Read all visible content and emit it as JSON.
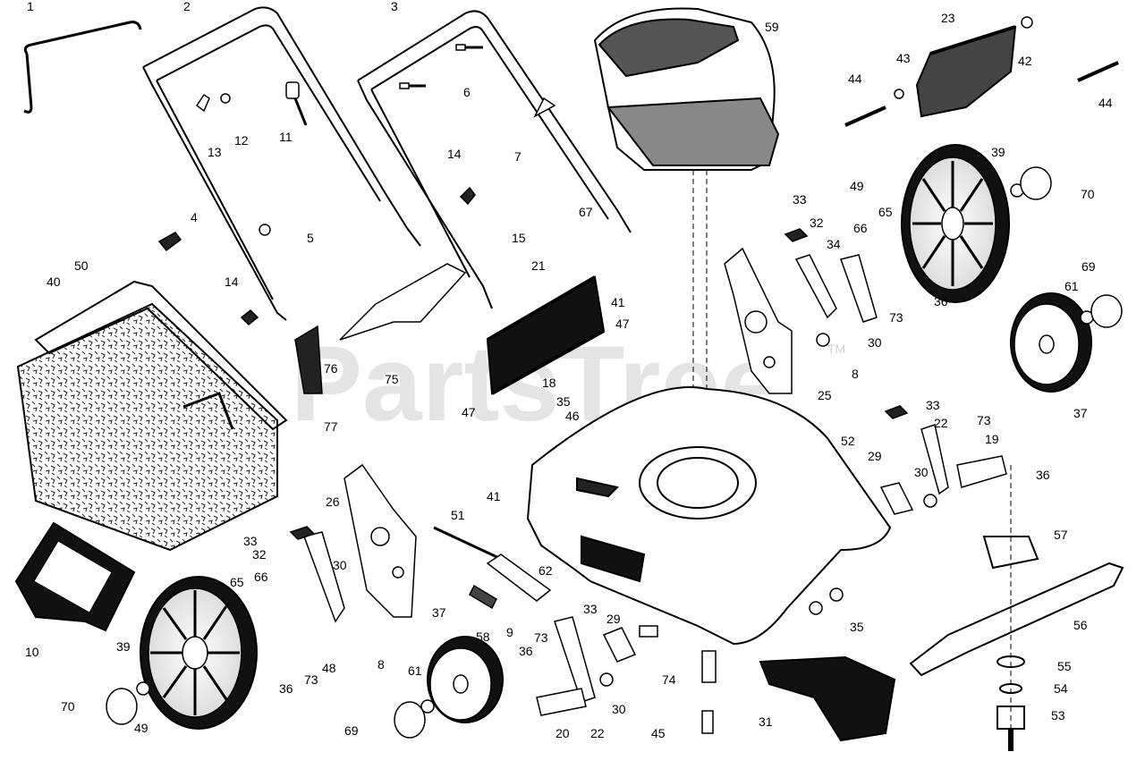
{
  "watermark": "PartsTree",
  "watermark_tm": "TM",
  "labels": [
    "1",
    "2",
    "3",
    "59",
    "23",
    "43",
    "42",
    "44",
    "44",
    "6",
    "11",
    "12",
    "13",
    "7",
    "14",
    "5",
    "4",
    "14",
    "67",
    "15",
    "21",
    "41",
    "47",
    "18",
    "35",
    "47",
    "46",
    "40",
    "50",
    "76",
    "75",
    "77",
    "26",
    "33",
    "32",
    "30",
    "65",
    "66",
    "10",
    "39",
    "70",
    "49",
    "48",
    "73",
    "36",
    "8",
    "51",
    "41",
    "58",
    "9",
    "62",
    "37",
    "61",
    "69",
    "36",
    "73",
    "33",
    "29",
    "30",
    "20",
    "22",
    "74",
    "45",
    "31",
    "52",
    "35",
    "49",
    "39",
    "70",
    "33",
    "32",
    "66",
    "65",
    "34",
    "36",
    "73",
    "30",
    "8",
    "25",
    "69",
    "61",
    "37",
    "33",
    "22",
    "19",
    "73",
    "36",
    "29",
    "30",
    "57",
    "56",
    "55",
    "54",
    "53"
  ]
}
